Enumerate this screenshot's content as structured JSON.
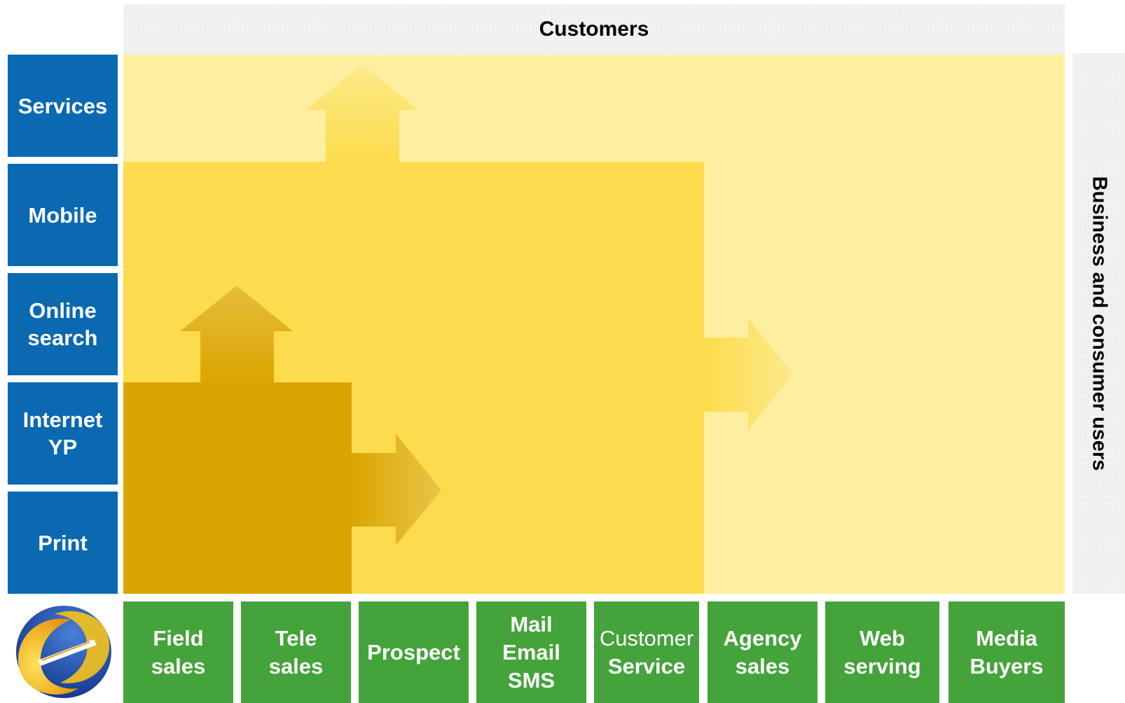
{
  "header": {
    "title": "Customers"
  },
  "side": {
    "label": "Business and consumer users"
  },
  "rows": [
    {
      "label": "Services"
    },
    {
      "label": "Mobile"
    },
    {
      "label": "Online\nsearch"
    },
    {
      "label": "Internet\nYP"
    },
    {
      "label": "Print"
    }
  ],
  "columns": [
    {
      "label": "Field\nsales"
    },
    {
      "label": "Tele\nsales"
    },
    {
      "label": "Prospect"
    },
    {
      "label": "Mail\nEmail\nSMS"
    },
    {
      "line1": "Customer",
      "line2": "Service"
    },
    {
      "label": "Agency\nsales"
    },
    {
      "label": "Web\nserving"
    },
    {
      "label": "Media\nBuyers"
    }
  ],
  "colors": {
    "row_blue": "#0a69b1",
    "col_green": "#44a33a",
    "light_yellow": "#fdeea0",
    "mid_yellow": "#fcdc4c",
    "dark_gold": "#dba500"
  },
  "icons": {
    "logo": "circular-swirl-logo-icon"
  }
}
